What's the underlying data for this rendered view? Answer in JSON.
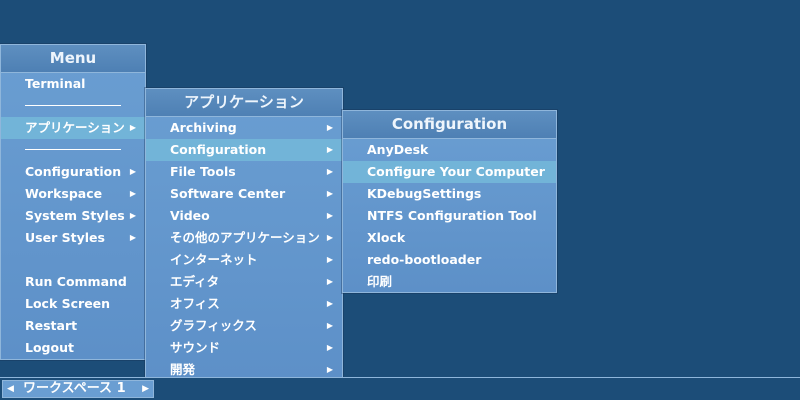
{
  "main_menu": {
    "title": "Menu",
    "terminal": "Terminal",
    "applications": "アプリケーション",
    "configuration": "Configuration",
    "workspace": "Workspace",
    "system_styles": "System Styles",
    "user_styles": "User Styles",
    "run_command": "Run Command",
    "lock_screen": "Lock Screen",
    "restart": "Restart",
    "logout": "Logout"
  },
  "apps_menu": {
    "title": "アプリケーション",
    "items": [
      "Archiving",
      "Configuration",
      "File Tools",
      "Software Center",
      "Video",
      "その他のアプリケーション",
      "インターネット",
      "エディタ",
      "オフィス",
      "グラフィックス",
      "サウンド",
      "開発"
    ],
    "active_index": 1
  },
  "config_menu": {
    "title": "Configuration",
    "items": [
      "AnyDesk",
      "Configure Your Computer",
      "KDebugSettings",
      "NTFS Configuration Tool",
      "Xlock",
      "redo-bootloader",
      "印刷"
    ],
    "active_index": 1
  },
  "taskbar": {
    "workspace_name": "ワークスペース 1",
    "prev_icon": "triangle-left-icon",
    "next_icon": "triangle-right-icon"
  },
  "colors": {
    "desktop_bg": "#1c4d78",
    "menu_bg": "#6a9ed2",
    "title_bg": "#5082b6",
    "highlight": "#72b4d8",
    "border": "#8fb6db"
  }
}
